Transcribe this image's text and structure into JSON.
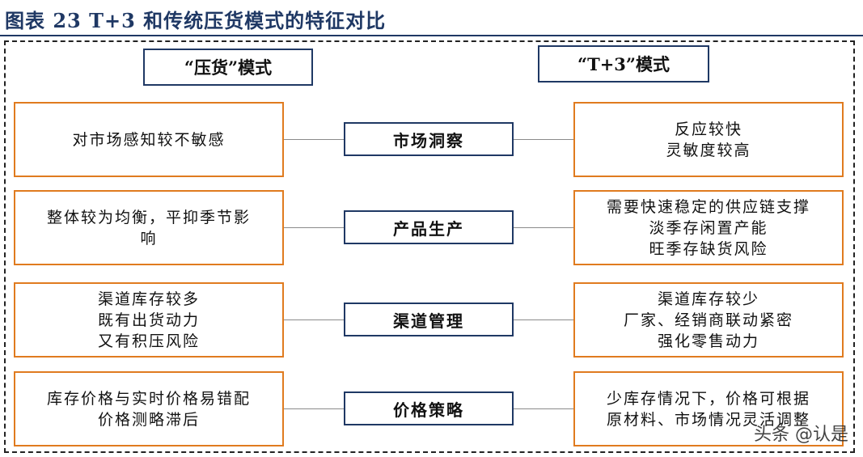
{
  "title": "图表 23  T+3 和传统压货模式的特征对比",
  "left_header": "“压货”模式",
  "right_header": "“T+3”模式",
  "rows": [
    {
      "category": "市场洞察",
      "left": [
        "对市场感知较不敏感"
      ],
      "right": [
        "反应较快",
        "灵敏度较高"
      ]
    },
    {
      "category": "产品生产",
      "left": [
        "整体较为均衡，平抑季节影",
        "响"
      ],
      "right": [
        "需要快速稳定的供应链支撑",
        "淡季存闲置产能",
        "旺季存缺货风险"
      ]
    },
    {
      "category": "渠道管理",
      "left": [
        "渠道库存较多",
        "既有出货动力",
        "又有积压风险"
      ],
      "right": [
        "渠道库存较少",
        "厂家、经销商联动紧密",
        "强化零售动力"
      ]
    },
    {
      "category": "价格策略",
      "left": [
        "库存价格与实时价格易错配",
        "价格测略滞后"
      ],
      "right": [
        "少库存情况下，价格可根据",
        "原材料、市场情况灵活调整"
      ]
    }
  ],
  "watermark": "头条 @认是",
  "colors": {
    "title": "#1f3864",
    "side_border": "#e07b1f",
    "mid_border": "#1f3864"
  }
}
